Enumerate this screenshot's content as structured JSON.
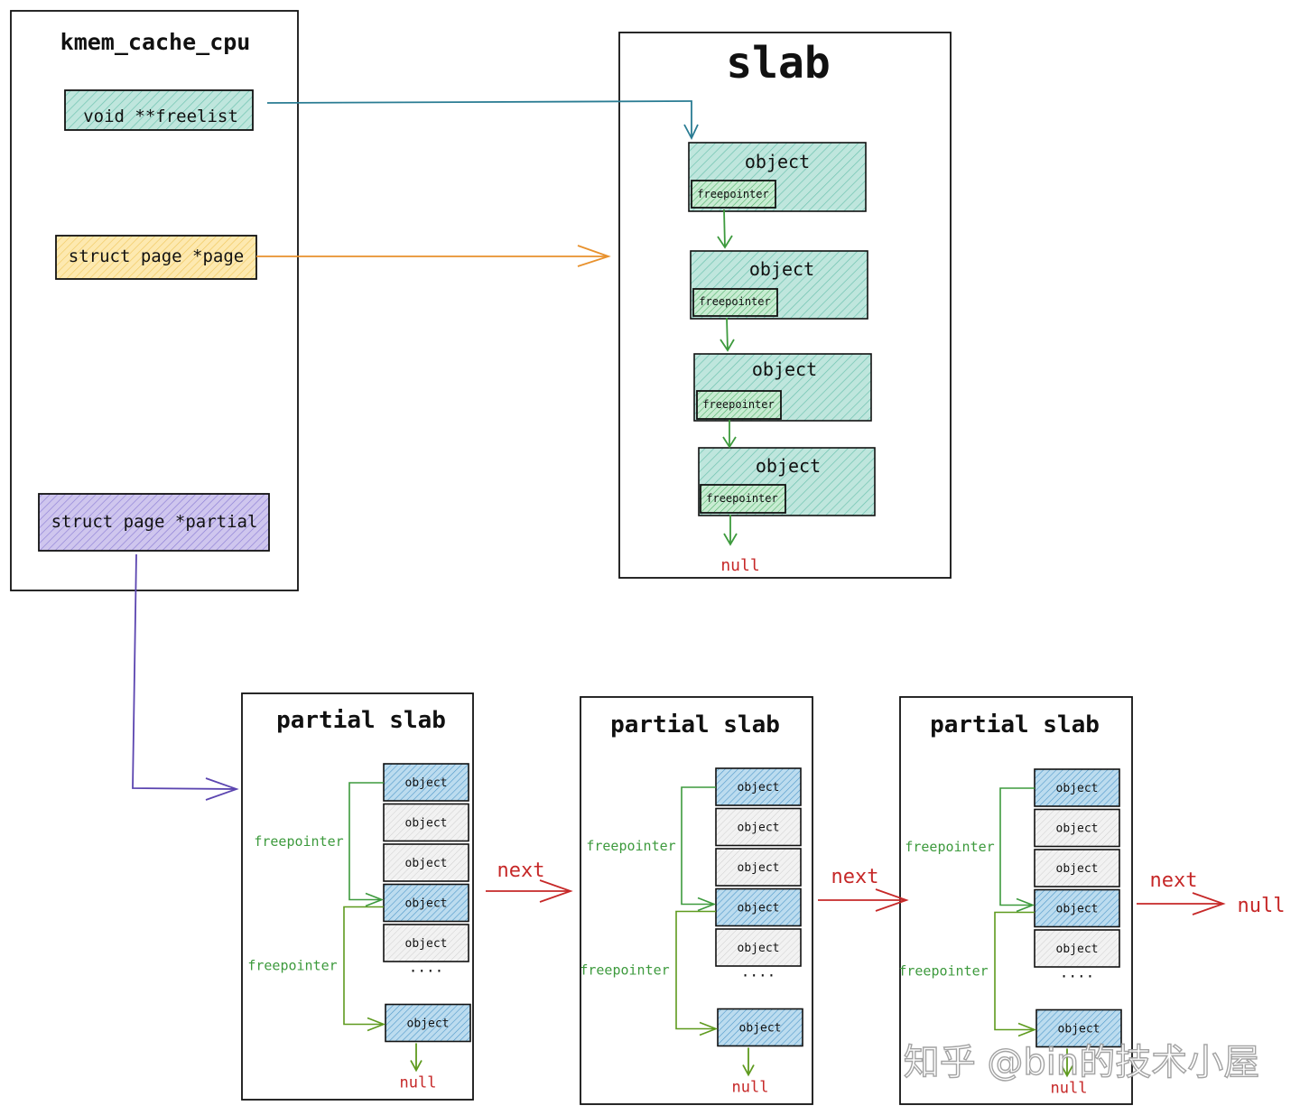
{
  "cpu": {
    "title": "kmem_cache_cpu",
    "freelist": "void **freelist",
    "page": "struct page *page",
    "partial": "struct page *partial"
  },
  "slab": {
    "title": "slab",
    "object_label": "object",
    "freepointer_label": "freepointer",
    "null_label": "null"
  },
  "partial_slabs": [
    {
      "title": "partial slab"
    },
    {
      "title": "partial slab"
    },
    {
      "title": "partial slab"
    }
  ],
  "partial_common": {
    "object_label": "object",
    "freepointer_label": "freepointer",
    "ellipsis": "....",
    "null_label": "null",
    "next_label": "next",
    "final_null": "null"
  },
  "watermark": "知乎 @bin的技术小屋",
  "colors": {
    "ink": "#111111",
    "teal_fill": "#bfe6dd",
    "teal_hatch": "#6fc3b0",
    "green_fill": "#c8ecd2",
    "yellow_fill": "#fde9b0",
    "yellow_hatch": "#f0c860",
    "purple_fill": "#cfc6ee",
    "purple_hatch": "#8d7fd6",
    "blue_fill": "#bcdcef",
    "blue_hatch": "#4f98c9",
    "gray_fill": "#eeeeee",
    "freelist_arrow": "#2a7c93",
    "page_arrow": "#e8912d",
    "partial_arrow": "#5b45b0",
    "green_arrow": "#3d9a3d",
    "lime_arrow": "#5e9a1e",
    "red": "#c62828"
  }
}
